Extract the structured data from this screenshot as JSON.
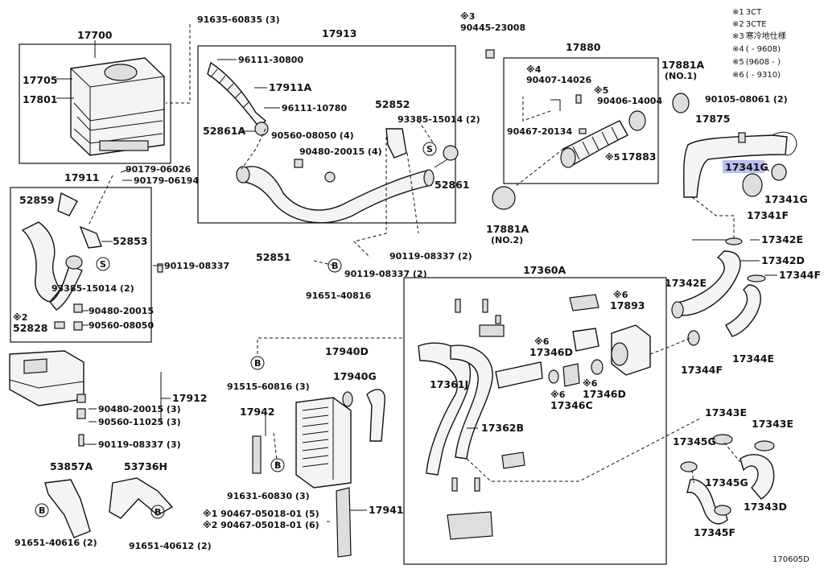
{
  "legend": [
    {
      "mark": "※1",
      "text": "3CT"
    },
    {
      "mark": "※2",
      "text": "3CTE"
    },
    {
      "mark": "※3",
      "text": "寒冷地仕様"
    },
    {
      "mark": "※4",
      "text": "(      - 9608)"
    },
    {
      "mark": "※5",
      "text": "(9608 -      )"
    },
    {
      "mark": "※6",
      "text": "(      - 9310)"
    }
  ],
  "diagram_code": "170605D",
  "highlight_part": "17341G",
  "bolt_mark": "B",
  "seal_mark": "S",
  "labels": {
    "p17700": "17700",
    "p17705": "17705",
    "p17801": "17801",
    "p91635": "91635-60835 (3)",
    "p17913": "17913",
    "p96111a": "96111-30800",
    "p17911a": "17911A",
    "p96111b": "96111-10780",
    "p52861a": "52861A",
    "p90560a": "90560-08050 (4)",
    "p90480a": "90480-20015 (4)",
    "p52852": "52852",
    "p93385a": "93385-15014 (2)",
    "p52861": "52861",
    "p17911": "17911",
    "p90179a": "90179-06026",
    "p90179b": "90179-06194",
    "p52859": "52859",
    "p52853": "52853",
    "p90119a": "90119-08337",
    "p93385b": "93385-15014 (2)",
    "p90480b": "90480-20015",
    "p90560b": "90560-08050",
    "p52828": "52828",
    "mark2": "※2",
    "mark3": "※3",
    "p90445": "90445-23008",
    "p17880": "17880",
    "mark4": "※4",
    "p90407": "90407-14026",
    "mark5a": "※5",
    "p90406": "90406-14004",
    "p90467a": "90467-20134",
    "mark5b": "※5",
    "p17883": "17883",
    "p17881a1": "17881A",
    "no1": "(NO.1)",
    "p17881a2": "17881A",
    "no2": "(NO.2)",
    "p90105": "90105-08061 (2)",
    "p17875": "17875",
    "p17341g": "17341G",
    "p17341f": "17341F",
    "p17342e": "17342E",
    "p17342d": "17342D",
    "p17344f_top": "17344F",
    "p17342e2": "17342E",
    "p17344e": "17344E",
    "p17344f": "17344F",
    "p52851": "52851",
    "p90119b": "90119-08337 (2)",
    "p90119c": "90119-08337 (2)",
    "p91651a": "91651-40816",
    "p17360a": "17360A",
    "mark6a": "※6",
    "p17893": "17893",
    "mark6b": "※6",
    "p17346d": "17346D",
    "mark6c": "※6",
    "mark6d": "※6",
    "p17346d2": "17346D",
    "p17346c": "17346C",
    "p17361j": "17361J",
    "p17362b": "17362B",
    "p17912": "17912",
    "p90480c": "90480-20015 (3)",
    "p90560c": "90560-11025 (3)",
    "p90119d": "90119-08337 (3)",
    "p53857a": "53857A",
    "p53736h": "53736H",
    "p91651b": "91651-40616 (2)",
    "p91651c": "91651-40612 (2)",
    "p17940d": "17940D",
    "p17940g": "17940G",
    "p91515": "91515-60816 (3)",
    "p17942": "17942",
    "p91631": "91631-60830 (3)",
    "p17941": "17941",
    "note1": "※1 90467-05018-01 (5)",
    "note2": "※2 90467-05018-01 (6)",
    "p17343e1": "17343E",
    "p17343e2": "17343E",
    "p17345g1": "17345G",
    "p17345g2": "17345G",
    "p17343d": "17343D",
    "p17345f": "17345F"
  }
}
